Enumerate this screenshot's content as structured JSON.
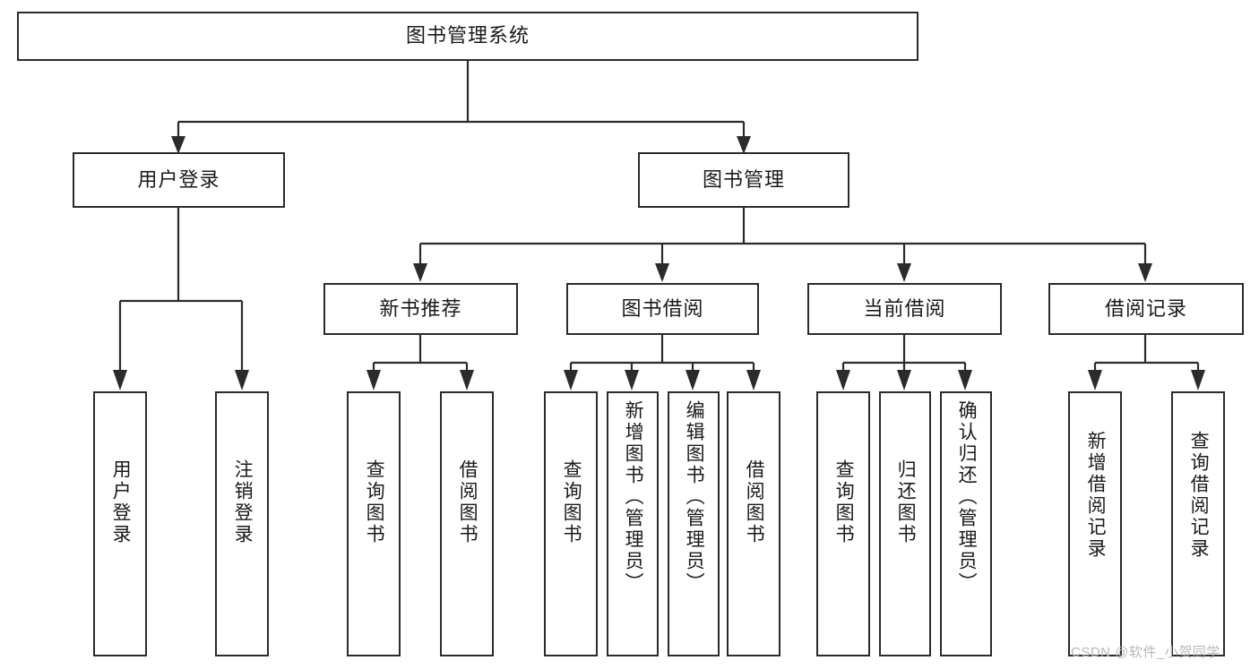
{
  "diagram": {
    "title_node": {
      "label": "图书管理系统"
    },
    "level2": [
      {
        "label": "用户登录"
      },
      {
        "label": "图书管理"
      }
    ],
    "level3": [
      {
        "label": "新书推荐"
      },
      {
        "label": "图书借阅"
      },
      {
        "label": "当前借阅"
      },
      {
        "label": "借阅记录"
      }
    ],
    "leaves": {
      "user_login": [
        {
          "label": "用户登录"
        },
        {
          "label": "注销登录"
        }
      ],
      "new_book_recommend": [
        {
          "label": "查询图书"
        },
        {
          "label": "借阅图书"
        }
      ],
      "book_borrow": [
        {
          "label": "查询图书"
        },
        {
          "label": "新增图书（管理员）"
        },
        {
          "label": "编辑图书（管理员）"
        },
        {
          "label": "借阅图书"
        }
      ],
      "current_borrow": [
        {
          "label": "查询图书"
        },
        {
          "label": "归还图书"
        },
        {
          "label": "确认归还（管理员）"
        }
      ],
      "borrow_record": [
        {
          "label": "新增借阅记录"
        },
        {
          "label": "查询借阅记录"
        }
      ]
    }
  },
  "watermark": {
    "text": "CSDN @软件_小贺同学"
  },
  "colors": {
    "border": "#2b2b2b",
    "background": "#ffffff",
    "text": "#1a1a1a",
    "watermark": "#b8b8b8"
  }
}
